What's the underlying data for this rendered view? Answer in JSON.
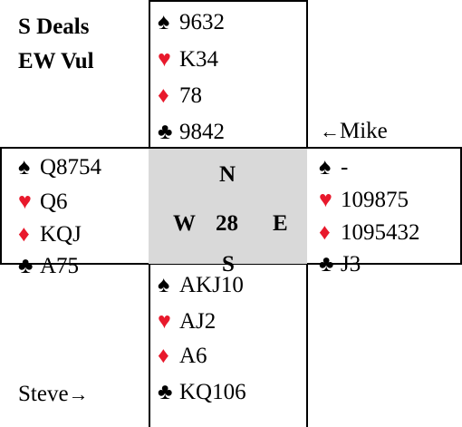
{
  "deal_info": {
    "dealer": "S Deals",
    "vulnerability": "EW Vul"
  },
  "board_number": "28",
  "compass": {
    "north": "N",
    "south": "S",
    "west": "W",
    "east": "E"
  },
  "suit_symbols": {
    "spades": "♠",
    "hearts": "♥",
    "diamonds": "♦",
    "clubs": "♣"
  },
  "suit_colors": {
    "spades": "#000000",
    "hearts": "#e8192c",
    "diamonds": "#e8192c",
    "clubs": "#000000"
  },
  "hands": {
    "north": {
      "spades": "9632",
      "hearts": "K34",
      "diamonds": "78",
      "clubs": "9842"
    },
    "west": {
      "spades": "Q8754",
      "hearts": "Q6",
      "diamonds": "KQJ",
      "clubs": "A75"
    },
    "east": {
      "spades": "-",
      "hearts": "109875",
      "diamonds": "1095432",
      "clubs": "J3"
    },
    "south": {
      "spades": "AKJ10",
      "hearts": "AJ2",
      "diamonds": "A6",
      "clubs": "KQ106"
    }
  },
  "players": {
    "east_label": "Mike",
    "east_arrow": "←",
    "south_label": "Steve",
    "south_arrow": "→"
  }
}
